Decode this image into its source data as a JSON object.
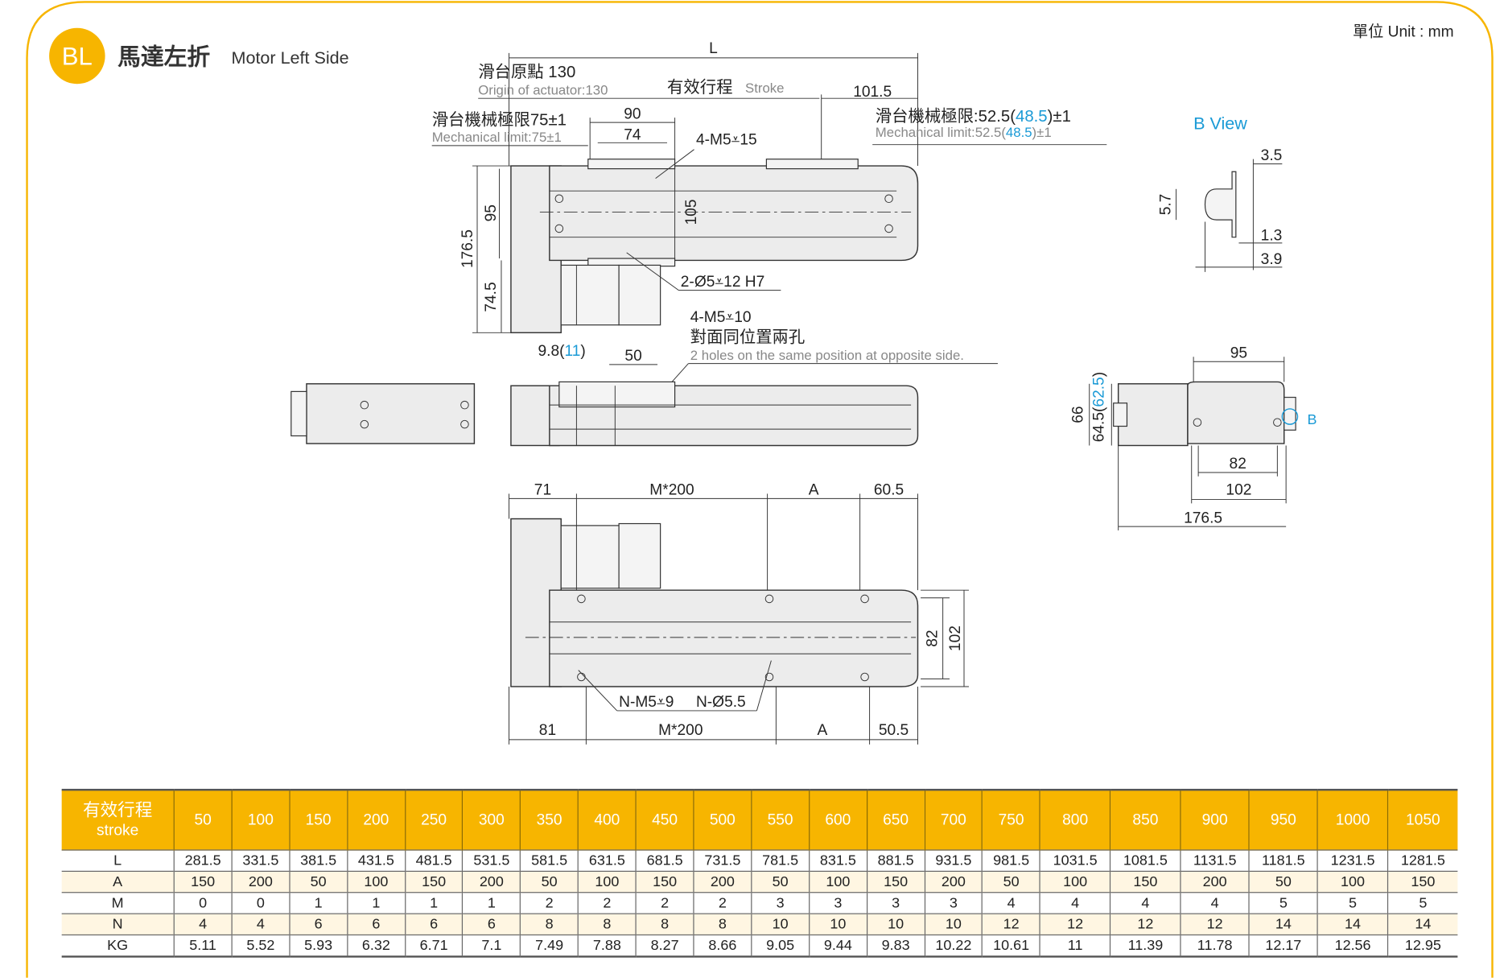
{
  "header": {
    "badge": "BL",
    "title_zh": "馬達左折",
    "title_en": "Motor Left Side",
    "unit": "單位 Unit : mm"
  },
  "colors": {
    "accent": "#f7b500",
    "highlight": "#1a9ad6"
  },
  "top_view": {
    "L": "L",
    "origin_zh": "滑台原點 130",
    "origin_en": "Origin of actuator:130",
    "stroke_zh": "有效行程",
    "stroke_en": "Stroke",
    "d101_5": "101.5",
    "mech_left_zh": "滑台機械極限75±1",
    "mech_left_en": "Mechanical limit:75±1",
    "d90": "90",
    "d74": "74",
    "m5_15": "4-M5⩡15",
    "mech_right_zh": "滑台機械極限:52.5(",
    "mech_right_hl": "48.5",
    ")±1": ")±1",
    "mech_right_en_a": "Mechanical limit:52.5(",
    "mech_right_en_hl": "48.5",
    "mech_right_en_b": ")±1",
    "d105": "105",
    "d95": "95",
    "d176_5": "176.5",
    "d74_5": "74.5",
    "pin": "2-Ø5⩡12 H7",
    "m5_10": "4-M5⩡10",
    "opposite_zh": "對面同位置兩孔",
    "opposite_en": "2 holes on the same position at opposite side.",
    "d9_8a": "9.8(",
    "d9_8hl": "11",
    "d9_8b": ")",
    "d50": "50"
  },
  "b_view": {
    "title": "B View",
    "d3_5": "3.5",
    "d5_7": "5.7",
    "d1_3": "1.3",
    "d3_9": "3.9"
  },
  "end_view": {
    "d95": "95",
    "d66": "66",
    "d64_5a": "64.5(",
    "d64_5hl": "62.5",
    "d64_5b": ")",
    "d82": "82",
    "d102": "102",
    "d176_5": "176.5",
    "b": "B"
  },
  "bottom_view": {
    "d71": "71",
    "m200_top": "M*200",
    "a_top": "A",
    "d60_5": "60.5",
    "d82": "82",
    "d102": "102",
    "nm5": "N-M5⩡9",
    "n55": "N-Ø5.5",
    "d81": "81",
    "m200_bot": "M*200",
    "a_bot": "A",
    "d50_5": "50.5"
  },
  "table": {
    "header_zh": "有效行程",
    "header_en": "stroke",
    "strokes": [
      "50",
      "100",
      "150",
      "200",
      "250",
      "300",
      "350",
      "400",
      "450",
      "500",
      "550",
      "600",
      "650",
      "700",
      "750",
      "800",
      "850",
      "900",
      "950",
      "1000",
      "1050"
    ],
    "rows": [
      {
        "label": "L",
        "values": [
          "281.5",
          "331.5",
          "381.5",
          "431.5",
          "481.5",
          "531.5",
          "581.5",
          "631.5",
          "681.5",
          "731.5",
          "781.5",
          "831.5",
          "881.5",
          "931.5",
          "981.5",
          "1031.5",
          "1081.5",
          "1131.5",
          "1181.5",
          "1231.5",
          "1281.5"
        ]
      },
      {
        "label": "A",
        "values": [
          "150",
          "200",
          "50",
          "100",
          "150",
          "200",
          "50",
          "100",
          "150",
          "200",
          "50",
          "100",
          "150",
          "200",
          "50",
          "100",
          "150",
          "200",
          "50",
          "100",
          "150"
        ]
      },
      {
        "label": "M",
        "values": [
          "0",
          "0",
          "1",
          "1",
          "1",
          "1",
          "2",
          "2",
          "2",
          "2",
          "3",
          "3",
          "3",
          "3",
          "4",
          "4",
          "4",
          "4",
          "5",
          "5",
          "5"
        ]
      },
      {
        "label": "N",
        "values": [
          "4",
          "4",
          "6",
          "6",
          "6",
          "6",
          "8",
          "8",
          "8",
          "8",
          "10",
          "10",
          "10",
          "10",
          "12",
          "12",
          "12",
          "12",
          "14",
          "14",
          "14"
        ]
      },
      {
        "label": "KG",
        "values": [
          "5.11",
          "5.52",
          "5.93",
          "6.32",
          "6.71",
          "7.1",
          "7.49",
          "7.88",
          "8.27",
          "8.66",
          "9.05",
          "9.44",
          "9.83",
          "10.22",
          "10.61",
          "11",
          "11.39",
          "11.78",
          "12.17",
          "12.56",
          "12.95"
        ]
      }
    ]
  }
}
